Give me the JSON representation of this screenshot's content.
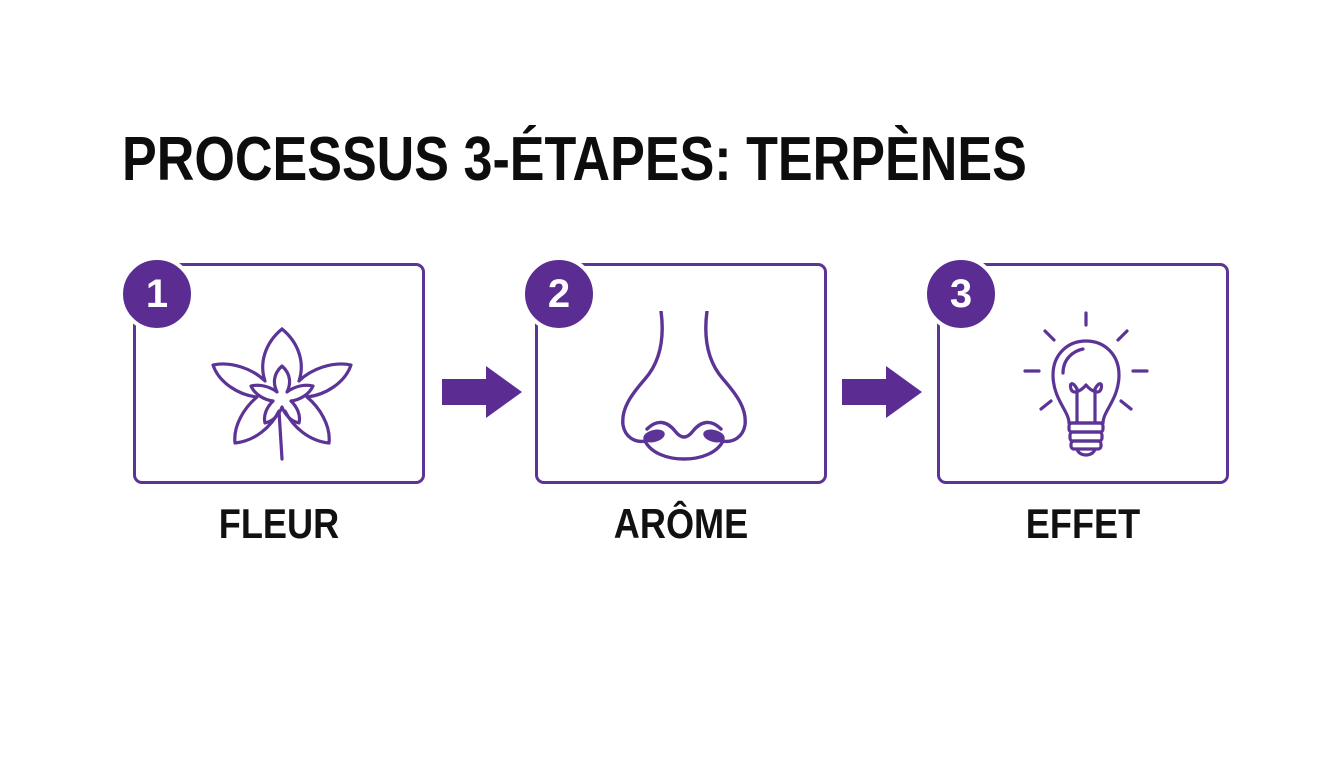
{
  "title": "PROCESSUS 3-ÉTAPES: TERPÈNES",
  "colors": {
    "accent": "#5b3496",
    "badge": "#5b2d92",
    "text": "#111111",
    "background": "#ffffff"
  },
  "steps": [
    {
      "number": "1",
      "label": "FLEUR",
      "icon": "flower-icon"
    },
    {
      "number": "2",
      "label": "ARÔME",
      "icon": "nose-icon"
    },
    {
      "number": "3",
      "label": "EFFET",
      "icon": "lightbulb-icon"
    }
  ],
  "connectors": [
    "arrow-right-icon",
    "arrow-right-icon"
  ]
}
